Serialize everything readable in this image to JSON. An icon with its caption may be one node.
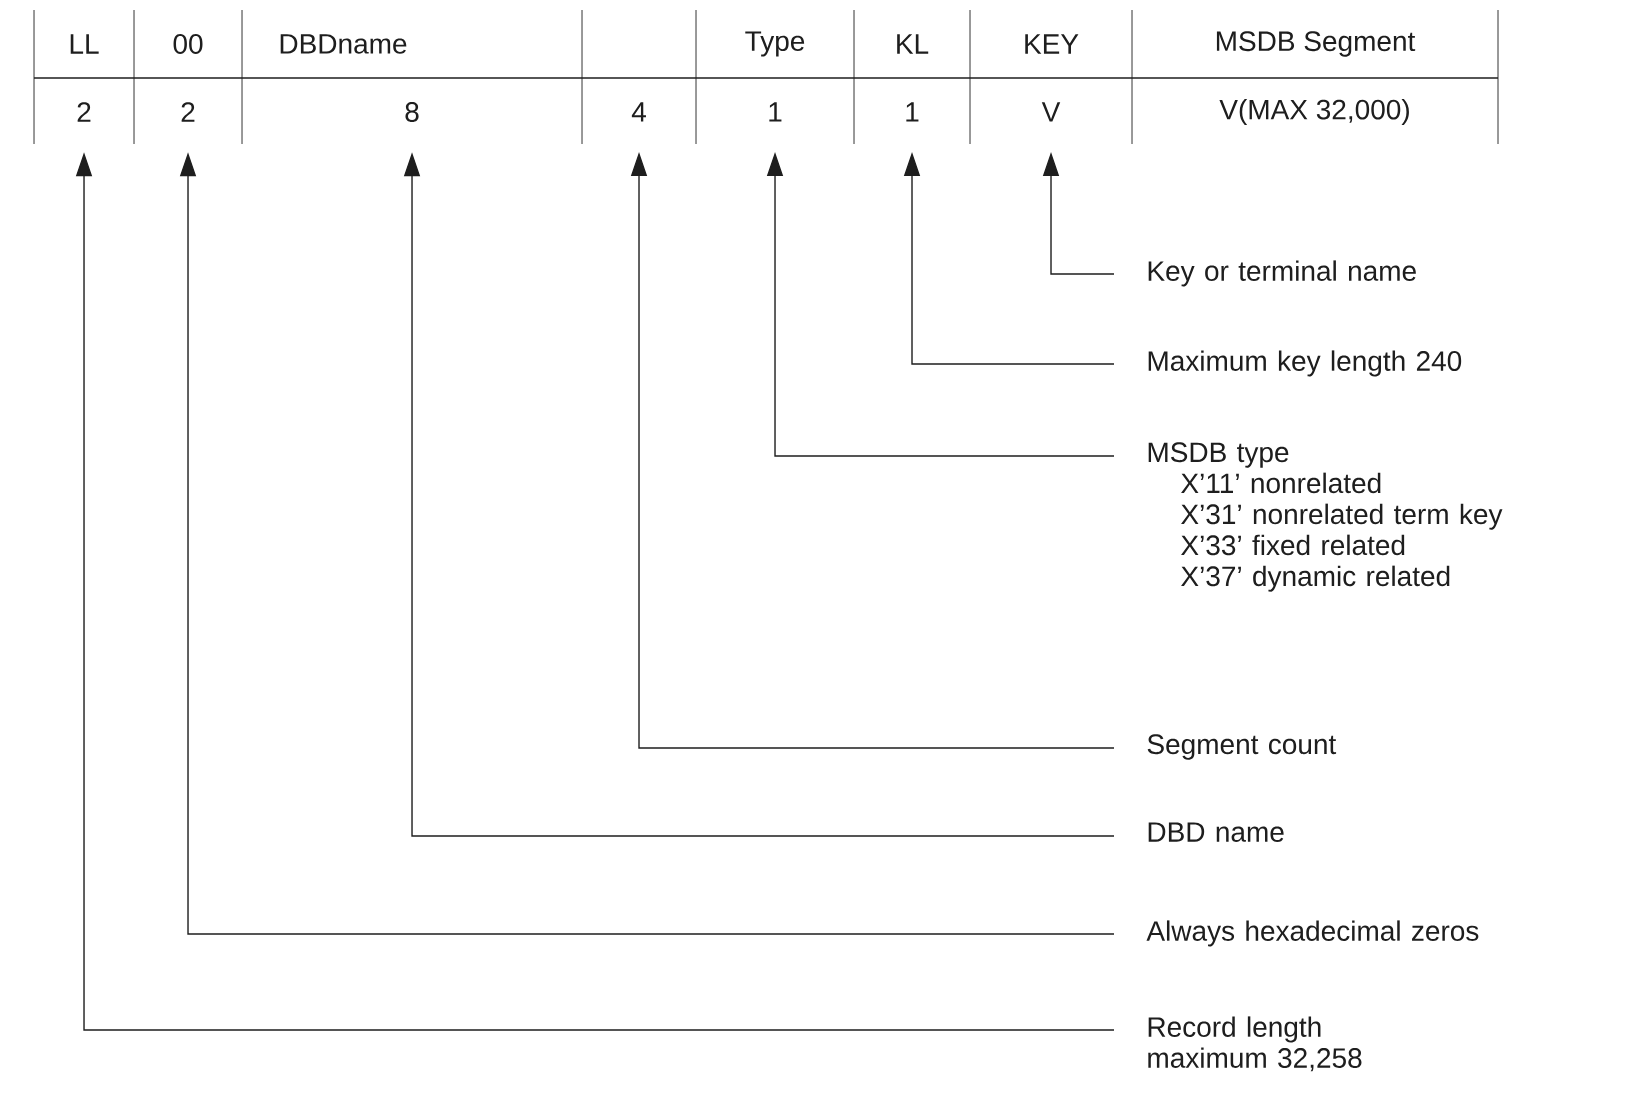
{
  "diagram": {
    "nodes": [
      {
        "text": [
          "2"
        ]
      },
      {
        "text": [
          "2"
        ]
      },
      {
        "text": [
          "8"
        ]
      },
      {
        "text": [
          "4"
        ]
      },
      {
        "text": [
          "1"
        ]
      },
      {
        "text": [
          "1"
        ]
      },
      {
        "text": [
          "V"
        ]
      },
      {
        "text": [
          "V(MAX 32,000)"
        ]
      },
      {
        "text": [
          "Key or terminal name"
        ]
      },
      {
        "text": [
          "Maximum key length 240"
        ]
      },
      {
        "text": [
          "MSDB type",
          "X’11’ nonrelated",
          "X’31’ nonrelated term key",
          "X’33’ fixed related",
          "X’37’  dynamic related"
        ]
      },
      {
        "text": [
          "Segment count"
        ]
      },
      {
        "text": [
          "DBD name"
        ]
      },
      {
        "text": [
          "Always hexadecimal zeros"
        ]
      },
      {
        "text": [
          "Record length maximum 32,258"
        ]
      }
    ],
    "edges": [
      {
        "from": 8,
        "to": 6,
        "arrow": "to"
      },
      {
        "from": 9,
        "to": 5,
        "arrow": "to"
      },
      {
        "from": 10,
        "to": 4,
        "arrow": "to"
      },
      {
        "from": 11,
        "to": 3,
        "arrow": "to"
      },
      {
        "from": 12,
        "to": 2,
        "arrow": "to"
      },
      {
        "from": 13,
        "to": 1,
        "arrow": "to"
      },
      {
        "from": 14,
        "to": 0,
        "arrow": "to"
      }
    ],
    "labels": [
      "LL",
      "00",
      "DBDname",
      "Type",
      "KL",
      "KEY",
      "MSDB Segment"
    ]
  }
}
